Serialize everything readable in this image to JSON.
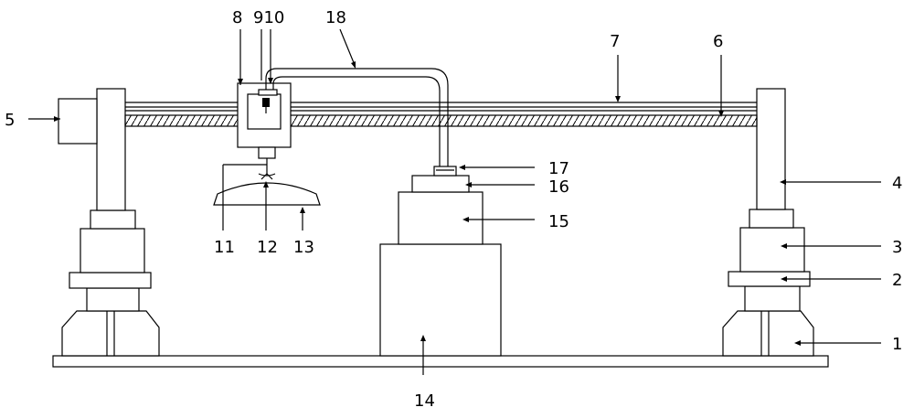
{
  "labels": {
    "l1": "1",
    "l2": "2",
    "l3": "3",
    "l4": "4",
    "l5": "5",
    "l6": "6",
    "l7": "7",
    "l8": "8",
    "l9_10": "910",
    "l11": "11",
    "l12": "12",
    "l13": "13",
    "l14": "14",
    "l15": "15",
    "l16": "16",
    "l17": "17",
    "l18": "18"
  },
  "colors": {
    "stroke": "#000000",
    "background": "#ffffff"
  }
}
